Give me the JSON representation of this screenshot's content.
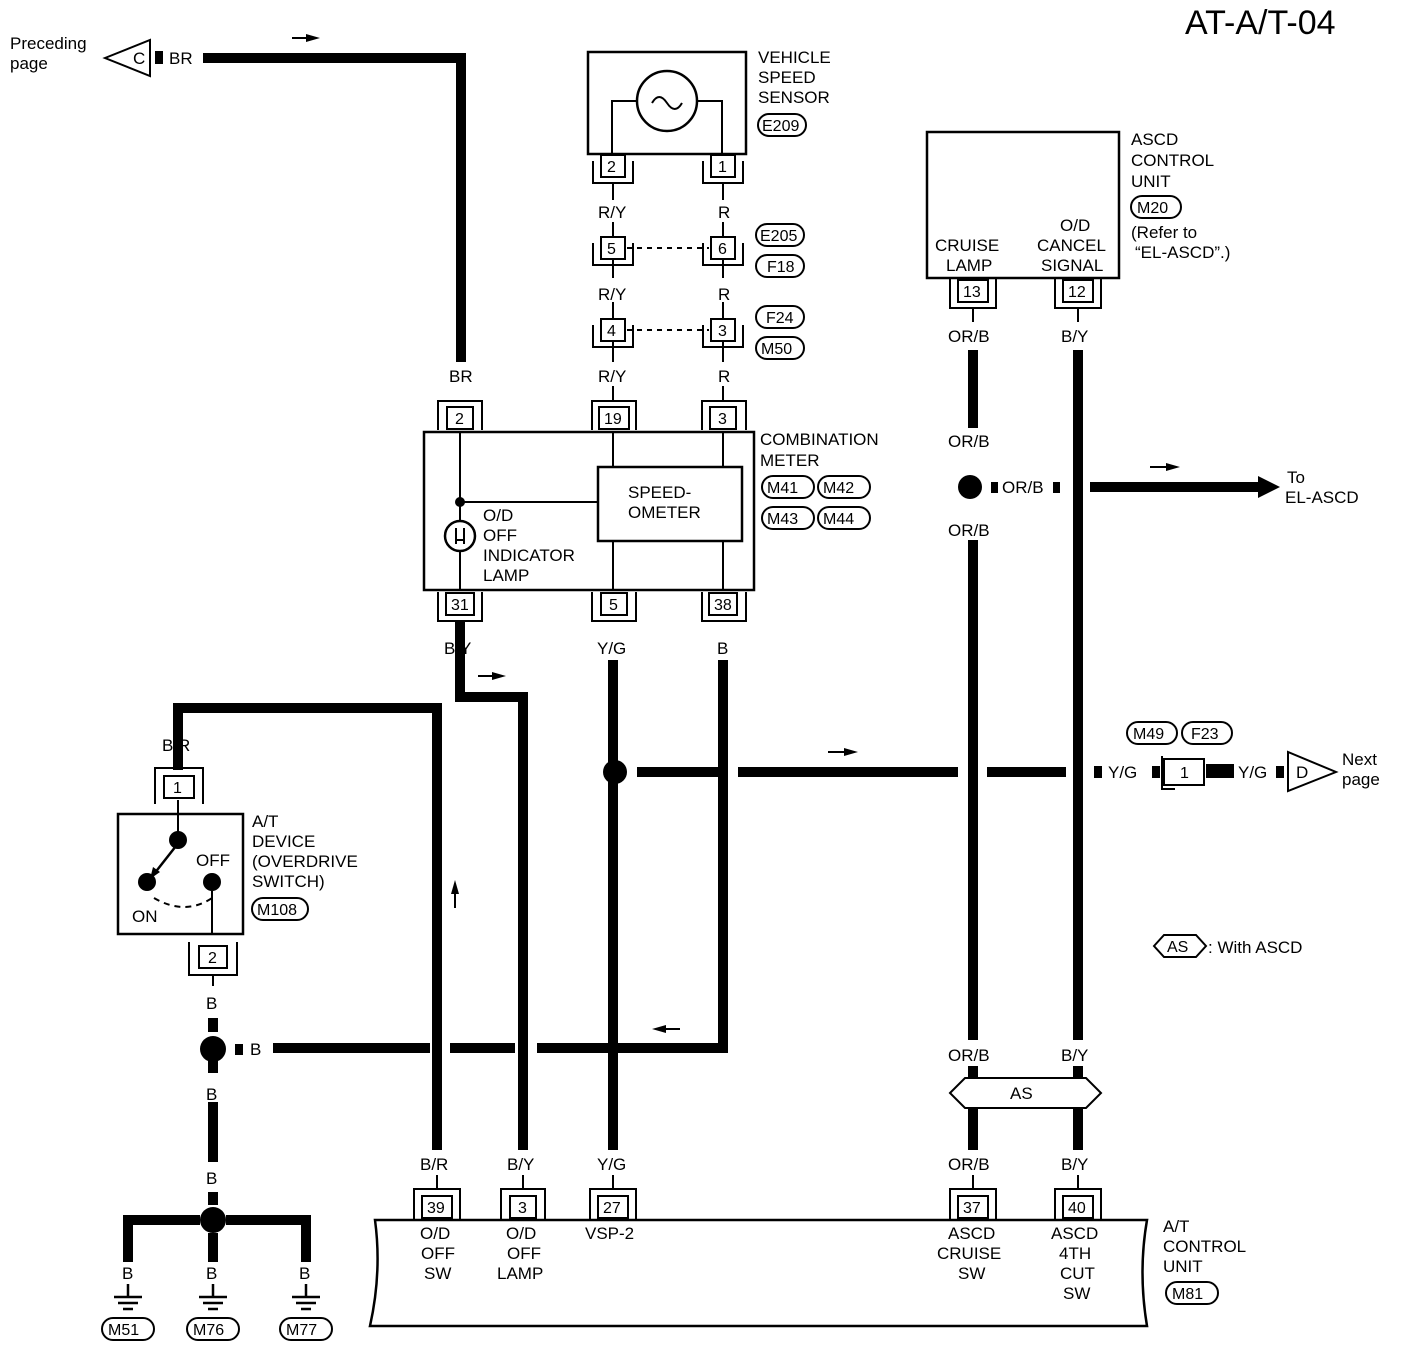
{
  "title": "AT-A/T-04",
  "offpage": {
    "preceding": {
      "line1": "Preceding",
      "line2": "page",
      "letter": "C",
      "wire": "BR"
    },
    "next": {
      "line1": "Next",
      "line2": "page",
      "letter": "D",
      "wire": "Y/G"
    },
    "to_el": {
      "line1": "To",
      "line2": "EL-ASCD",
      "wire": "OR/B"
    }
  },
  "vss": {
    "lines": [
      "VEHICLE",
      "SPEED",
      "SENSOR"
    ],
    "code": "E209",
    "pins": [
      "2",
      "1"
    ]
  },
  "conn1": {
    "pins": [
      "5",
      "6"
    ],
    "codes": [
      "E205",
      "F18"
    ]
  },
  "conn2": {
    "pins": [
      "4",
      "3"
    ],
    "codes": [
      "F24",
      "M50"
    ]
  },
  "ascd_unit": {
    "lines": [
      "ASCD",
      "CONTROL",
      "UNIT"
    ],
    "code": "M20",
    "refer": [
      "(Refer to",
      "“EL-ASCD”.)"
    ],
    "cruise_lamp": [
      "CRUISE",
      "LAMP"
    ],
    "od_cancel": [
      "O/D",
      "CANCEL",
      "SIGNAL"
    ],
    "pins": [
      "13",
      "12"
    ]
  },
  "meter": {
    "lines": [
      "COMBINATION",
      "METER"
    ],
    "codes": [
      "M41",
      "M42",
      "M43",
      "M44"
    ],
    "speedometer": [
      "SPEED-",
      "OMETER"
    ],
    "lamp": [
      "O/D",
      "OFF",
      "INDICATOR",
      "LAMP"
    ],
    "top_pins": [
      "2",
      "19",
      "3"
    ],
    "bottom_pins": [
      "31",
      "5",
      "38"
    ]
  },
  "switch": {
    "lines": [
      "A/T",
      "DEVICE",
      "(OVERDRIVE",
      "SWITCH)"
    ],
    "code": "M108",
    "on": "ON",
    "off": "OFF",
    "pins": [
      "1",
      "2"
    ]
  },
  "joint": {
    "codes": [
      "M49",
      "F23"
    ],
    "pin": "1"
  },
  "legend": {
    "code": "AS",
    "text": ": With ASCD"
  },
  "as_band": "AS",
  "tcu": {
    "lines": [
      "A/T",
      "CONTROL",
      "UNIT"
    ],
    "code": "M81",
    "pins": [
      "39",
      "3",
      "27",
      "37",
      "40"
    ],
    "labels": {
      "od_off_sw": [
        "O/D",
        "OFF",
        "SW"
      ],
      "od_off_lamp": [
        "O/D",
        "OFF",
        "LAMP"
      ],
      "vsp2": [
        "VSP-2"
      ],
      "ascd_cruise_sw": [
        "ASCD",
        "CRUISE",
        "SW"
      ],
      "ascd_4th_cut_sw": [
        "ASCD",
        "4TH",
        "CUT",
        "SW"
      ]
    }
  },
  "grounds": [
    "M51",
    "M76",
    "M77"
  ],
  "wires": {
    "r_y": "R/Y",
    "r": "R",
    "br": "BR",
    "or_b": "OR/B",
    "b_y": "B/Y",
    "y_g": "Y/G",
    "b": "B",
    "b_r": "B/R"
  }
}
